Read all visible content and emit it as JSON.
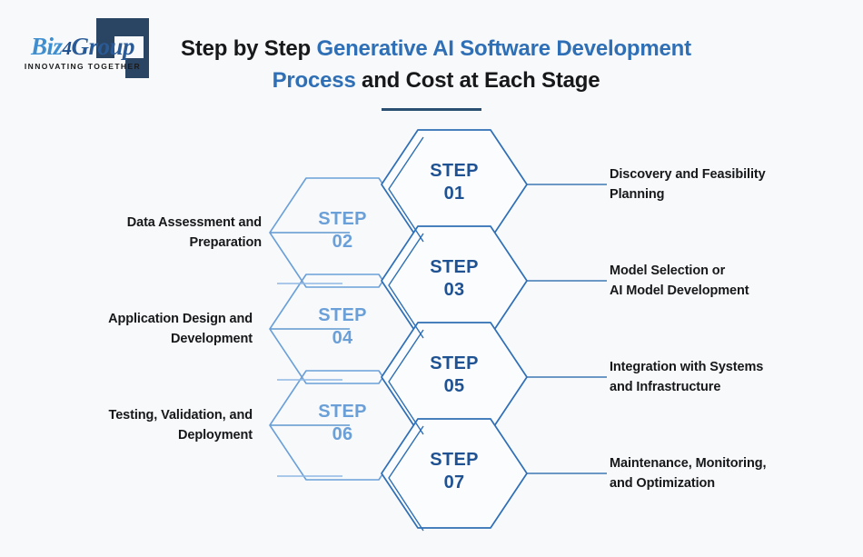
{
  "page": {
    "background_color": "#f7f9fb",
    "accent_blue": "#2f6fb5",
    "accent_light_blue": "#6a9fd8",
    "accent_dark": "#1f5293",
    "rule_color": "#2a4f70"
  },
  "logo": {
    "name": "biz4group-logo",
    "word_biz": "Biz",
    "word_four": "4",
    "word_group": "Group",
    "tagline": "INNOVATING TOGETHER"
  },
  "header": {
    "title_part1": "Step by Step ",
    "title_highlight1": "Generative AI Software Development",
    "title_highlight2": "Process",
    "title_part2": " and Cost at Each Stage"
  },
  "steps": [
    {
      "id": "step-01",
      "step_word": "STEP",
      "step_number": "01",
      "side": "right",
      "color": "#1f5293",
      "label_line1": "Discovery and Feasibility",
      "label_line2": "Planning"
    },
    {
      "id": "step-02",
      "step_word": "STEP",
      "step_number": "02",
      "side": "left",
      "color": "#6a9fd8",
      "label_line1": "Data Assessment and",
      "label_line2": "Preparation"
    },
    {
      "id": "step-03",
      "step_word": "STEP",
      "step_number": "03",
      "side": "right",
      "color": "#1f5293",
      "label_line1": "Model Selection or",
      "label_line2": "AI Model Development"
    },
    {
      "id": "step-04",
      "step_word": "STEP",
      "step_number": "04",
      "side": "left",
      "color": "#6a9fd8",
      "label_line1": "Application Design and",
      "label_line2": "Development"
    },
    {
      "id": "step-05",
      "step_word": "STEP",
      "step_number": "05",
      "side": "right",
      "color": "#1f5293",
      "label_line1": "Integration with Systems",
      "label_line2": "and Infrastructure"
    },
    {
      "id": "step-06",
      "step_word": "STEP",
      "step_number": "06",
      "side": "left",
      "color": "#6a9fd8",
      "label_line1": "Testing, Validation, and",
      "label_line2": "Deployment"
    },
    {
      "id": "step-07",
      "step_word": "STEP",
      "step_number": "07",
      "side": "right",
      "color": "#1f5293",
      "label_line1": "Maintenance, Monitoring,",
      "label_line2": "and Optimization"
    }
  ]
}
